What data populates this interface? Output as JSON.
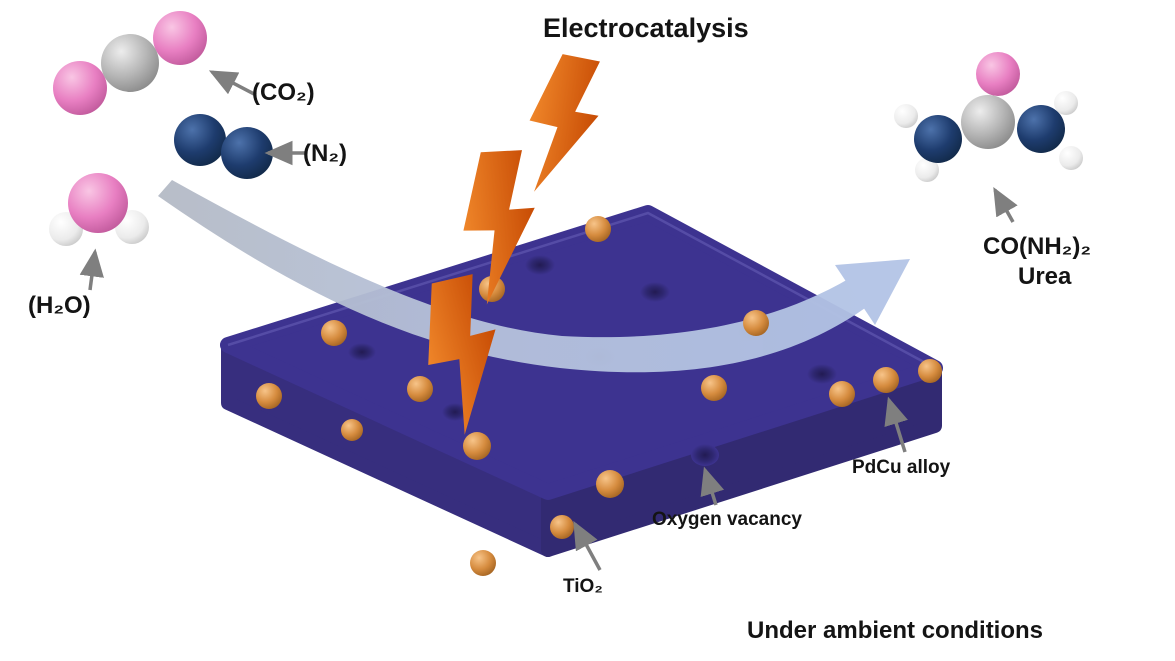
{
  "title": "Electrocatalysis",
  "reactants": {
    "co2_label": "(CO₂)",
    "n2_label": "(N₂)",
    "h2o_label": "(H₂O)"
  },
  "product": {
    "formula": "CO(NH₂)₂",
    "name": "Urea"
  },
  "surface": {
    "substrate_label": "TiO₂",
    "vacancy_label": "Oxygen vacancy",
    "alloy_label": "PdCu alloy"
  },
  "footer": {
    "conditions": "Under ambient conditions"
  },
  "colors": {
    "slab_indigo": "#3d3390",
    "pdcu_orange": "#d68c3f",
    "bolt_orange": "#e05c0c",
    "flow_arrow_blue": "#b3c4e6",
    "pointer_gray": "#7f7f7f",
    "oxygen_pink": "#e87fc2",
    "nitrogen_blue": "#1e3c6e",
    "carbon_gray": "#b5b5b5",
    "hydrogen_white": "#f0f0f0"
  }
}
